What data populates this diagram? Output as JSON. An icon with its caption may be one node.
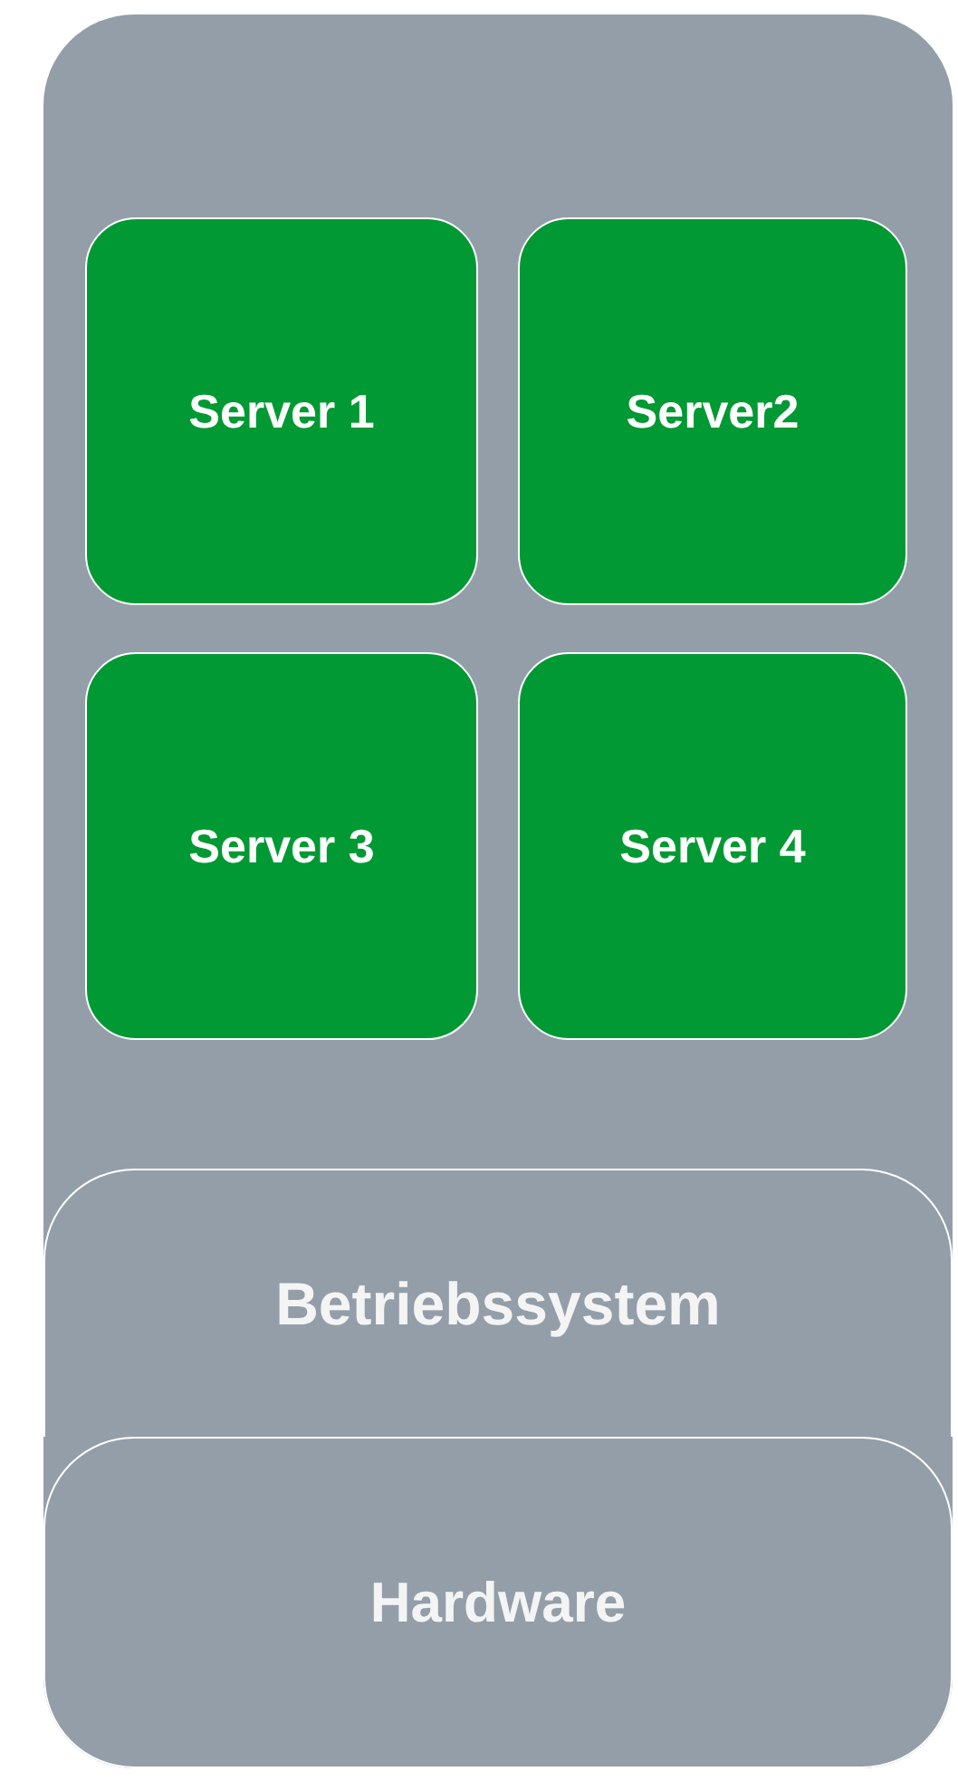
{
  "diagram": {
    "nodes": [
      {
        "text": [],
        "shape": "box"
      },
      {
        "text": [
          "Server 1"
        ],
        "in": 0
      },
      {
        "text": [
          "Server2"
        ],
        "in": 0
      },
      {
        "text": [
          "Server 3"
        ],
        "in": 0
      },
      {
        "text": [
          "Server 4"
        ],
        "in": 0
      },
      {
        "text": [
          "Betriebssystem"
        ],
        "in": 0
      },
      {
        "text": [
          "Hardware"
        ],
        "in": 0
      }
    ]
  }
}
